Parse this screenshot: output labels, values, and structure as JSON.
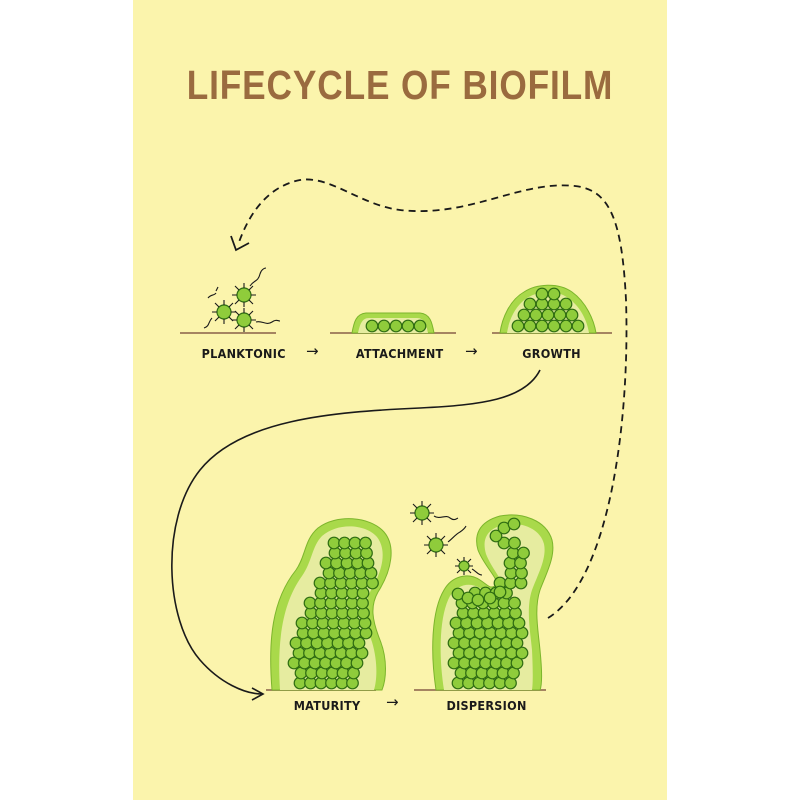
{
  "title": "LIFECYCLE OF BIOFILM",
  "stages": {
    "planktonic": "PLANKTONIC",
    "attachment": "ATTACHMENT",
    "growth": "GROWTH",
    "maturity": "MATURITY",
    "dispersion": "DISPERSION"
  },
  "arrow_glyph": "→",
  "colors": {
    "background": "#fbf4ac",
    "title": "#9a6b3f",
    "surface": "#a58461",
    "cell_fill": "#8fcc3b",
    "cell_stroke": "#2f6d12",
    "matrix_outer": "#a9d94a",
    "matrix_inner": "#e6eca0"
  }
}
